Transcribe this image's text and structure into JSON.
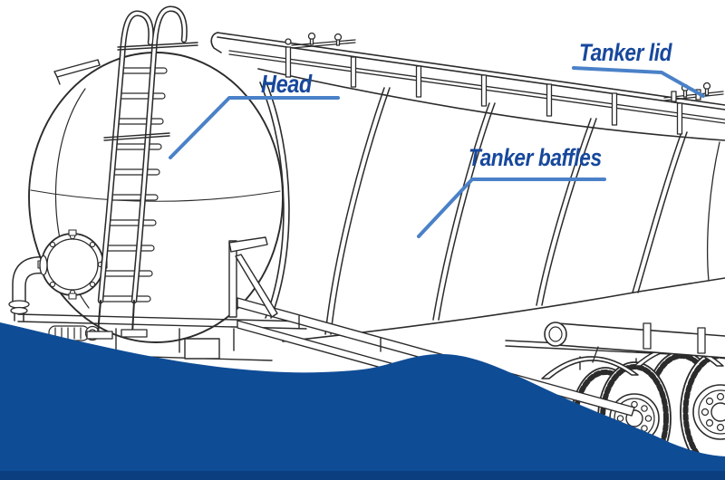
{
  "diagram": {
    "labels": {
      "head": "Head",
      "baffles": "Tanker baffles",
      "lid": "Tanker lid"
    },
    "colors": {
      "background": "#ffffff",
      "line_art": "#2b2b2b",
      "label_text": "#17489c",
      "leader_line": "#4a81c8",
      "wave": "#0f4c96",
      "wave_shadow": "#0b3e7e"
    }
  }
}
